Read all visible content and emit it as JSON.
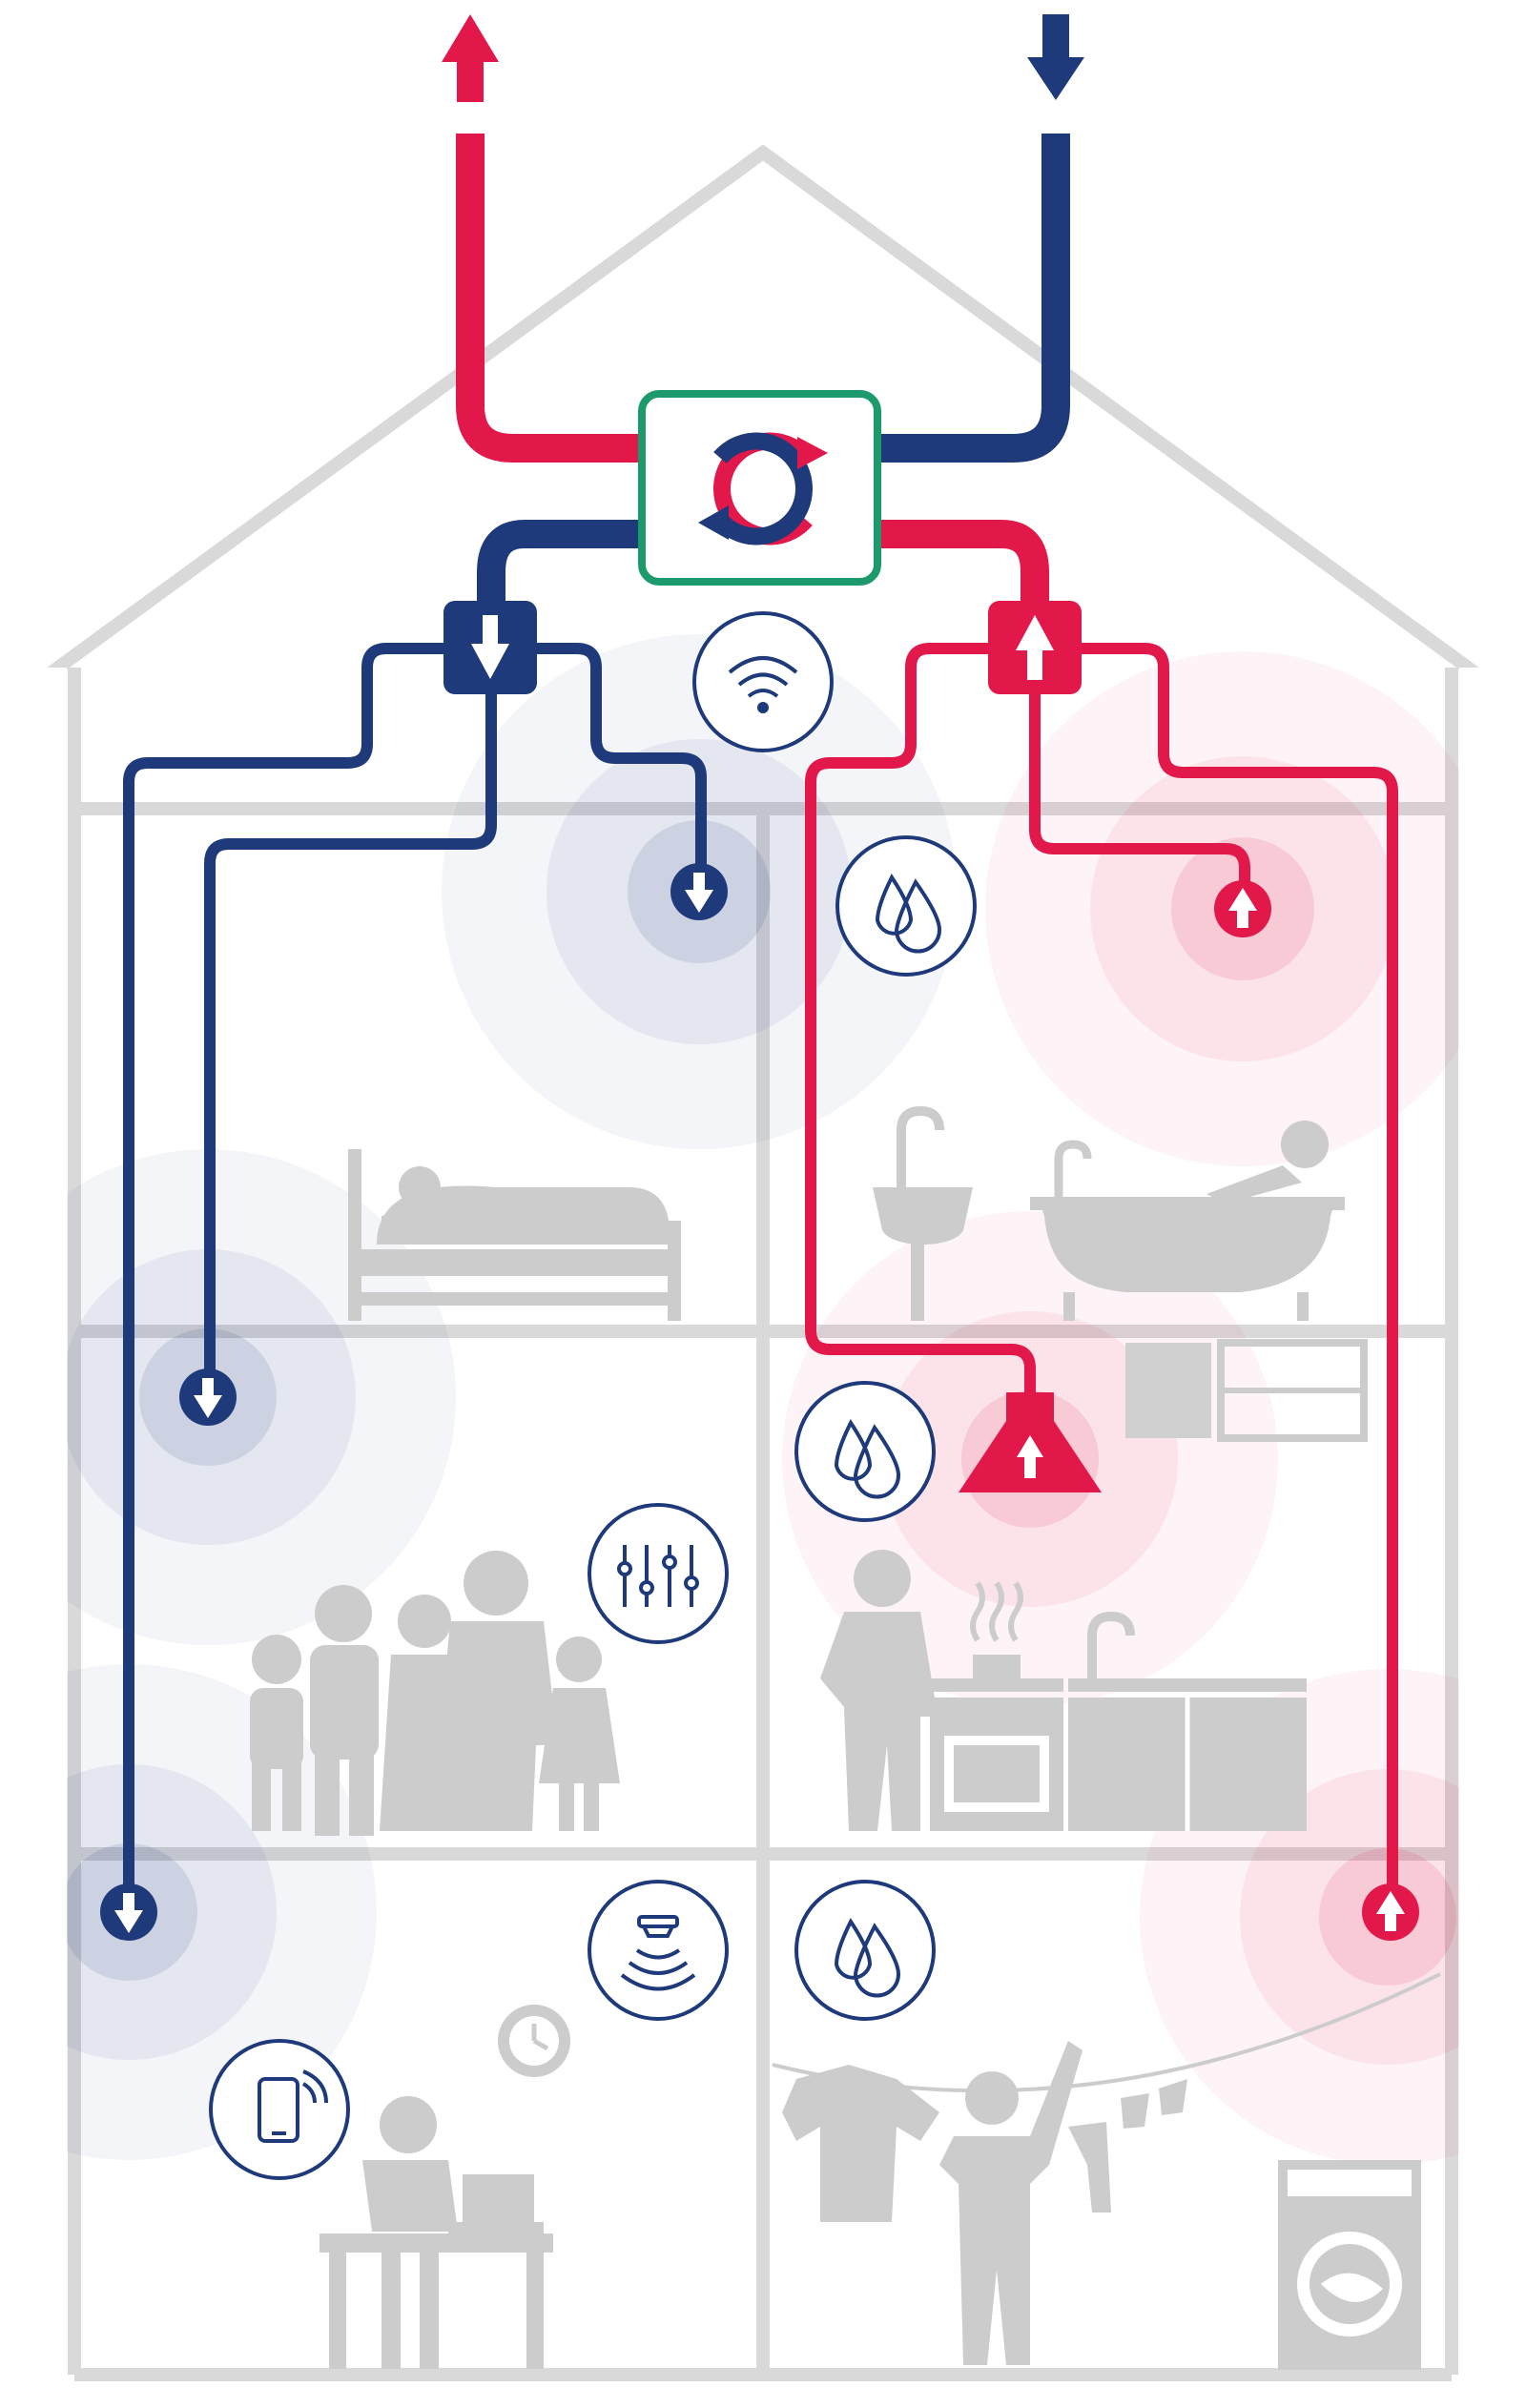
{
  "colors": {
    "supply": "#1f3a7a",
    "extract": "#e2184a",
    "house_outline": "#d9d9d9",
    "silhouette": "#cccccc",
    "unit_border": "#1c9a6b",
    "icon_circle": "#1f3a7a",
    "background": "#ffffff"
  },
  "air_flows": [
    {
      "name": "supply-air",
      "direction": "down",
      "color": "supply"
    },
    {
      "name": "extract-air",
      "direction": "up",
      "color": "extract"
    }
  ],
  "rooms": [
    {
      "id": "bedroom",
      "floor": "upper",
      "side": "left",
      "airflow": "supply",
      "scene": "bed-icon"
    },
    {
      "id": "bathroom",
      "floor": "upper",
      "side": "right",
      "airflow": "extract",
      "scene": "bathtub-icon",
      "sensor": "humidity-icon"
    },
    {
      "id": "living-room",
      "floor": "middle",
      "side": "left",
      "airflow": "supply",
      "scene": "family-icon",
      "sensor": "sliders-icon"
    },
    {
      "id": "kitchen",
      "floor": "middle",
      "side": "right",
      "airflow": "extract",
      "scene": "cooking-icon",
      "sensor": "humidity-icon"
    },
    {
      "id": "office",
      "floor": "ground",
      "side": "left",
      "airflow": "supply",
      "scene": "desk-icon",
      "sensor": "smoke-detector-icon"
    },
    {
      "id": "laundry",
      "floor": "ground",
      "side": "right",
      "airflow": "extract",
      "scene": "laundry-icon",
      "sensor": "humidity-icon"
    }
  ],
  "icons": {
    "heat_exchanger": "heat-recovery-icon",
    "wifi": "wifi-icon",
    "app": "smartphone-app-icon",
    "timer": "clock-icon"
  }
}
